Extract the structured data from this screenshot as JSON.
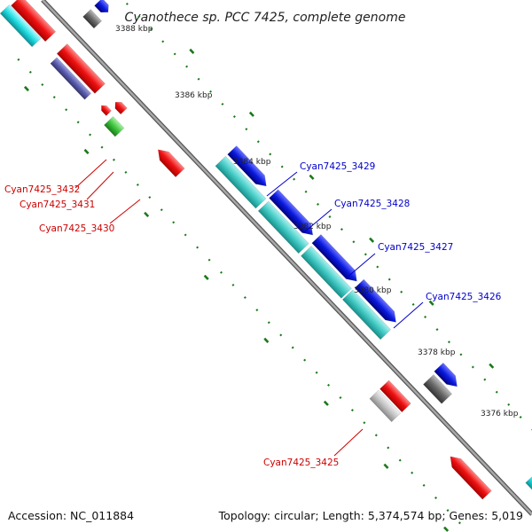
{
  "title": "Cyanothece sp. PCC 7425, complete genome",
  "accession": "Accession: NC_011884",
  "summary": "Topology: circular; Length: 5,374,574 bp; Genes: 5,019",
  "kbp_labels": [
    "3388 kbp",
    "3386 kbp",
    "3384 kbp",
    "3382 kbp",
    "3380 kbp",
    "3378 kbp",
    "3376 kbp"
  ],
  "gene_labels": {
    "forward": [
      "Cyan7425_3429",
      "Cyan7425_3428",
      "Cyan7425_3427",
      "Cyan7425_3426"
    ],
    "reverse": [
      "Cyan7425_3432",
      "Cyan7425_3431",
      "Cyan7425_3430",
      "Cyan7425_3425"
    ]
  },
  "colors": {
    "forward_label": "#0000cc",
    "reverse_label": "#cc0000",
    "forward_cds": "#0a1adf",
    "reverse_cds": "#e8141c",
    "forward_rna": "#35c7c2",
    "reverse_rna": "#26d9df",
    "gc_skew": "#3cc43c",
    "tick": "#1a7a1a",
    "backbone": "#888888"
  }
}
